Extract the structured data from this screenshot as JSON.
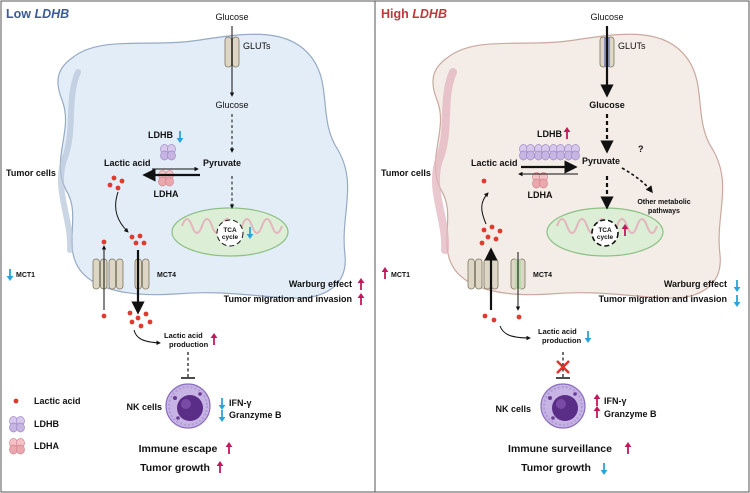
{
  "colors": {
    "blue_text": "#3a5a9a",
    "red_text": "#c0393b",
    "up_arrow": "#c2185b",
    "down_arrow": "#29a3d9",
    "lactate_dot": "#e03a2e",
    "left_cell": "#e3edf7",
    "right_cell": "#f4ece6"
  },
  "left": {
    "title_plain": "Low ",
    "title_gene": "LDHB",
    "glucose_top": "Glucose",
    "gluts": "GLUTs",
    "glucose_in": "Glucose",
    "ldhb": "LDHB",
    "ldha": "LDHA",
    "lactic_acid": "Lactic acid",
    "pyruvate": "Pyruvate",
    "tumor_cells": "Tumor cells",
    "tca_1": "TCA",
    "tca_2": "cycle",
    "mct1": "MCT1",
    "mct4": "MCT4",
    "warburg": "Warburg effect",
    "migration": "Tumor migration and invasion",
    "lactic_prod_1": "Lactic acid",
    "lactic_prod_2": "production",
    "nk_cells": "NK cells",
    "ifn": "IFN-γ",
    "granzyme": "Granzyme B",
    "outcome_1": "Immune escape",
    "outcome_2": "Tumor growth"
  },
  "legend": {
    "lactic_acid": "Lactic acid",
    "ldhb": "LDHB",
    "ldha": "LDHA"
  },
  "right": {
    "title_plain": "High ",
    "title_gene": "LDHB",
    "glucose_top": "Glucose",
    "gluts": "GLUTs",
    "glucose_in": "Glucose",
    "ldhb": "LDHB",
    "ldha": "LDHA",
    "lactic_acid": "Lactic acid",
    "pyruvate": "Pyruvate",
    "question": "?",
    "other_1": "Other metabolic",
    "other_2": "pathways",
    "tumor_cells": "Tumor cells",
    "tca_1": "TCA",
    "tca_2": "cycle",
    "mct1": "MCT1",
    "mct4": "MCT4",
    "warburg": "Warburg effect",
    "migration": "Tumor migration and invasion",
    "lactic_prod_1": "Lactic acid",
    "lactic_prod_2": "production",
    "nk_cells": "NK cells",
    "ifn": "IFN-γ",
    "granzyme": "Granzyme B",
    "outcome_1": "Immune surveillance",
    "outcome_2": "Tumor growth"
  }
}
